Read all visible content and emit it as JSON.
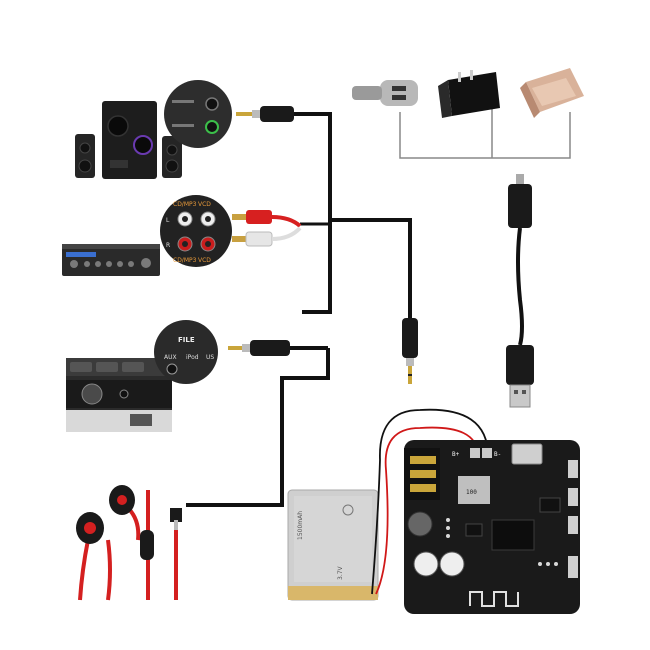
{
  "colors": {
    "cable": "#111111",
    "usb_cable": "#888888",
    "pcb": "#1a1a1a",
    "battery": "#c9c9c9",
    "battery_tab": "#d9b76a",
    "red_wire": "#d01818",
    "earphone_red": "#d42020"
  },
  "devices": {
    "speaker": {
      "icon": "desktop-speaker-system-icon"
    },
    "amplifier": {
      "icon": "stereo-amplifier-icon"
    },
    "car_stereo": {
      "icon": "car-stereo-icon",
      "file_label": "FILE",
      "aux_label": "AUX",
      "ipod_label": "iPod",
      "usb_label": "US"
    },
    "earphones": {
      "icon": "earphones-icon"
    },
    "car_charger": {
      "icon": "car-charger-icon"
    },
    "wall_charger": {
      "icon": "wall-charger-icon"
    },
    "power_bank": {
      "icon": "power-bank-icon"
    },
    "usb_cable": {
      "icon": "micro-usb-cable-icon"
    },
    "battery": {
      "icon": "lipo-battery-icon",
      "capacity": "1500mAh",
      "voltage": "3.7V"
    },
    "module": {
      "icon": "bluetooth-receiver-module-icon",
      "plus_label": "B+",
      "minus_label": "B-",
      "inductor_label": "100"
    }
  },
  "amp_labels": {
    "top": "CD/MP3",
    "top2": "VCD",
    "left": "L",
    "right": "R",
    "bottom": "CD/MP3",
    "bottom2": "VCD"
  }
}
